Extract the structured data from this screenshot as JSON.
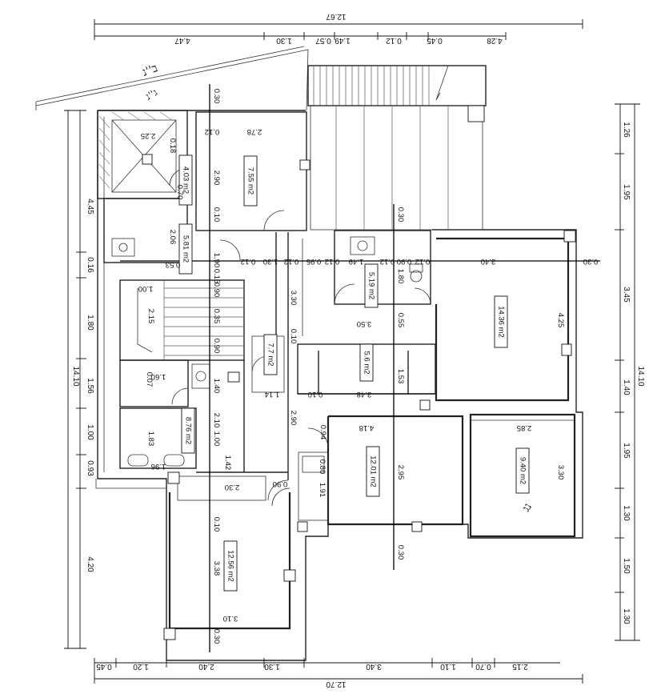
{
  "top_dims": {
    "total": "12.67",
    "segments": [
      "4.47",
      "1.30",
      "0.57",
      "1.49",
      "0.12",
      "0.45",
      "4.28"
    ]
  },
  "bottom_dims": {
    "total": "12.70",
    "segments": [
      "0.45",
      "1.20",
      "2.40",
      "1.30",
      "3.40",
      "1.10",
      "0.70",
      "2.15"
    ]
  },
  "left_dims": {
    "total": "14.10",
    "segments": [
      "4.45",
      "0.16",
      "1.80",
      "1.56",
      "1.00",
      "0.93",
      "4.20"
    ]
  },
  "right_dims": {
    "total": "14.10",
    "segments": [
      "1.26",
      "1.95",
      "3.45",
      "1.40",
      "1.95",
      "1.30",
      "1.50",
      "1.30"
    ]
  },
  "rooms": [
    {
      "area": "4.03 m2"
    },
    {
      "area": "7.55 m2"
    },
    {
      "area": "5.81 m2"
    },
    {
      "area": "5.19 m2"
    },
    {
      "area": "14.36 m2"
    },
    {
      "area": "7.7 m2"
    },
    {
      "area": "5.6 m2"
    },
    {
      "area": "8.76 m2"
    },
    {
      "area": "12.01 m2"
    },
    {
      "area": "9.40 m2"
    },
    {
      "area": "12.56 m2"
    }
  ],
  "inner_dims": [
    "0.30",
    "0.12",
    "2.78",
    "2.25",
    "0.18",
    "0.70",
    "2.90",
    "0.10",
    "2.06",
    "0.53",
    "1.90",
    "0.12",
    "1.30",
    "0.12",
    "0.95",
    "0.12",
    "1.49",
    "0.12",
    "0.90",
    "0.12",
    "3.40",
    "0.30",
    "0.30",
    "1.00",
    "2.15",
    "0.90",
    "0.15",
    "0.30",
    "0.35",
    "0.90",
    "0.10",
    "3.30",
    "0.10",
    "3.50",
    "1.80",
    "0.10",
    "0.55",
    "0.10",
    "0.07",
    "1.60",
    "0.10",
    "1.40",
    "0.10",
    "0.10",
    "1.14",
    "0.10",
    "3.48",
    "0.10",
    "1.53",
    "4.25",
    "2.90",
    "0.90",
    "0.10",
    "4.18",
    "2.85",
    "1.83",
    "2.10",
    "1.00",
    "0.94",
    "1.96",
    "0.10",
    "1.42",
    "0.80",
    "2.30",
    "0.90",
    "1.91",
    "2.95",
    "3.30",
    "0.10",
    "3.38",
    "0.30",
    "3.10",
    "0.30"
  ],
  "handwriting": [
    "ב''נ",
    "ג''נ",
    "נג"
  ]
}
